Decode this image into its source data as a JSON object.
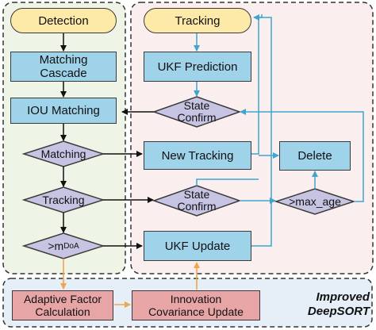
{
  "colors": {
    "terminal_fill": "#fde9a8",
    "process_fill": "#9fd3ea",
    "decision_fill": "#c6c4e2",
    "adaptive_fill": "#e8a5a5",
    "detection_region": "#eef5e6",
    "tracking_region": "#fbeeee",
    "bottom_region": "#e6eff8",
    "black_arrow": "#111111",
    "blue_arrow": "#3fa5cf",
    "orange_arrow": "#f0a64a"
  },
  "detection": {
    "start": "Detection",
    "matching_cascade": "Matching\nCascade",
    "iou_matching": "IOU Matching",
    "matching_decision": "Matching",
    "tracking_decision": "Tracking",
    "mdoa_prefix": ">m",
    "mdoa_sub": "DoA"
  },
  "tracking": {
    "start": "Tracking",
    "ukf_prediction": "UKF Prediction",
    "state_confirm_1": "State\nConfirm",
    "new_tracking": "New Tracking",
    "delete": "Delete",
    "state_confirm_2": "State\nConfirm",
    "max_age": ">max_age",
    "ukf_update": "UKF Update"
  },
  "bottom": {
    "adaptive_factor": "Adaptive Factor\nCalculation",
    "innovation": "Innovation\nCovariance Update",
    "brand": "Improved\nDeepSORT"
  }
}
